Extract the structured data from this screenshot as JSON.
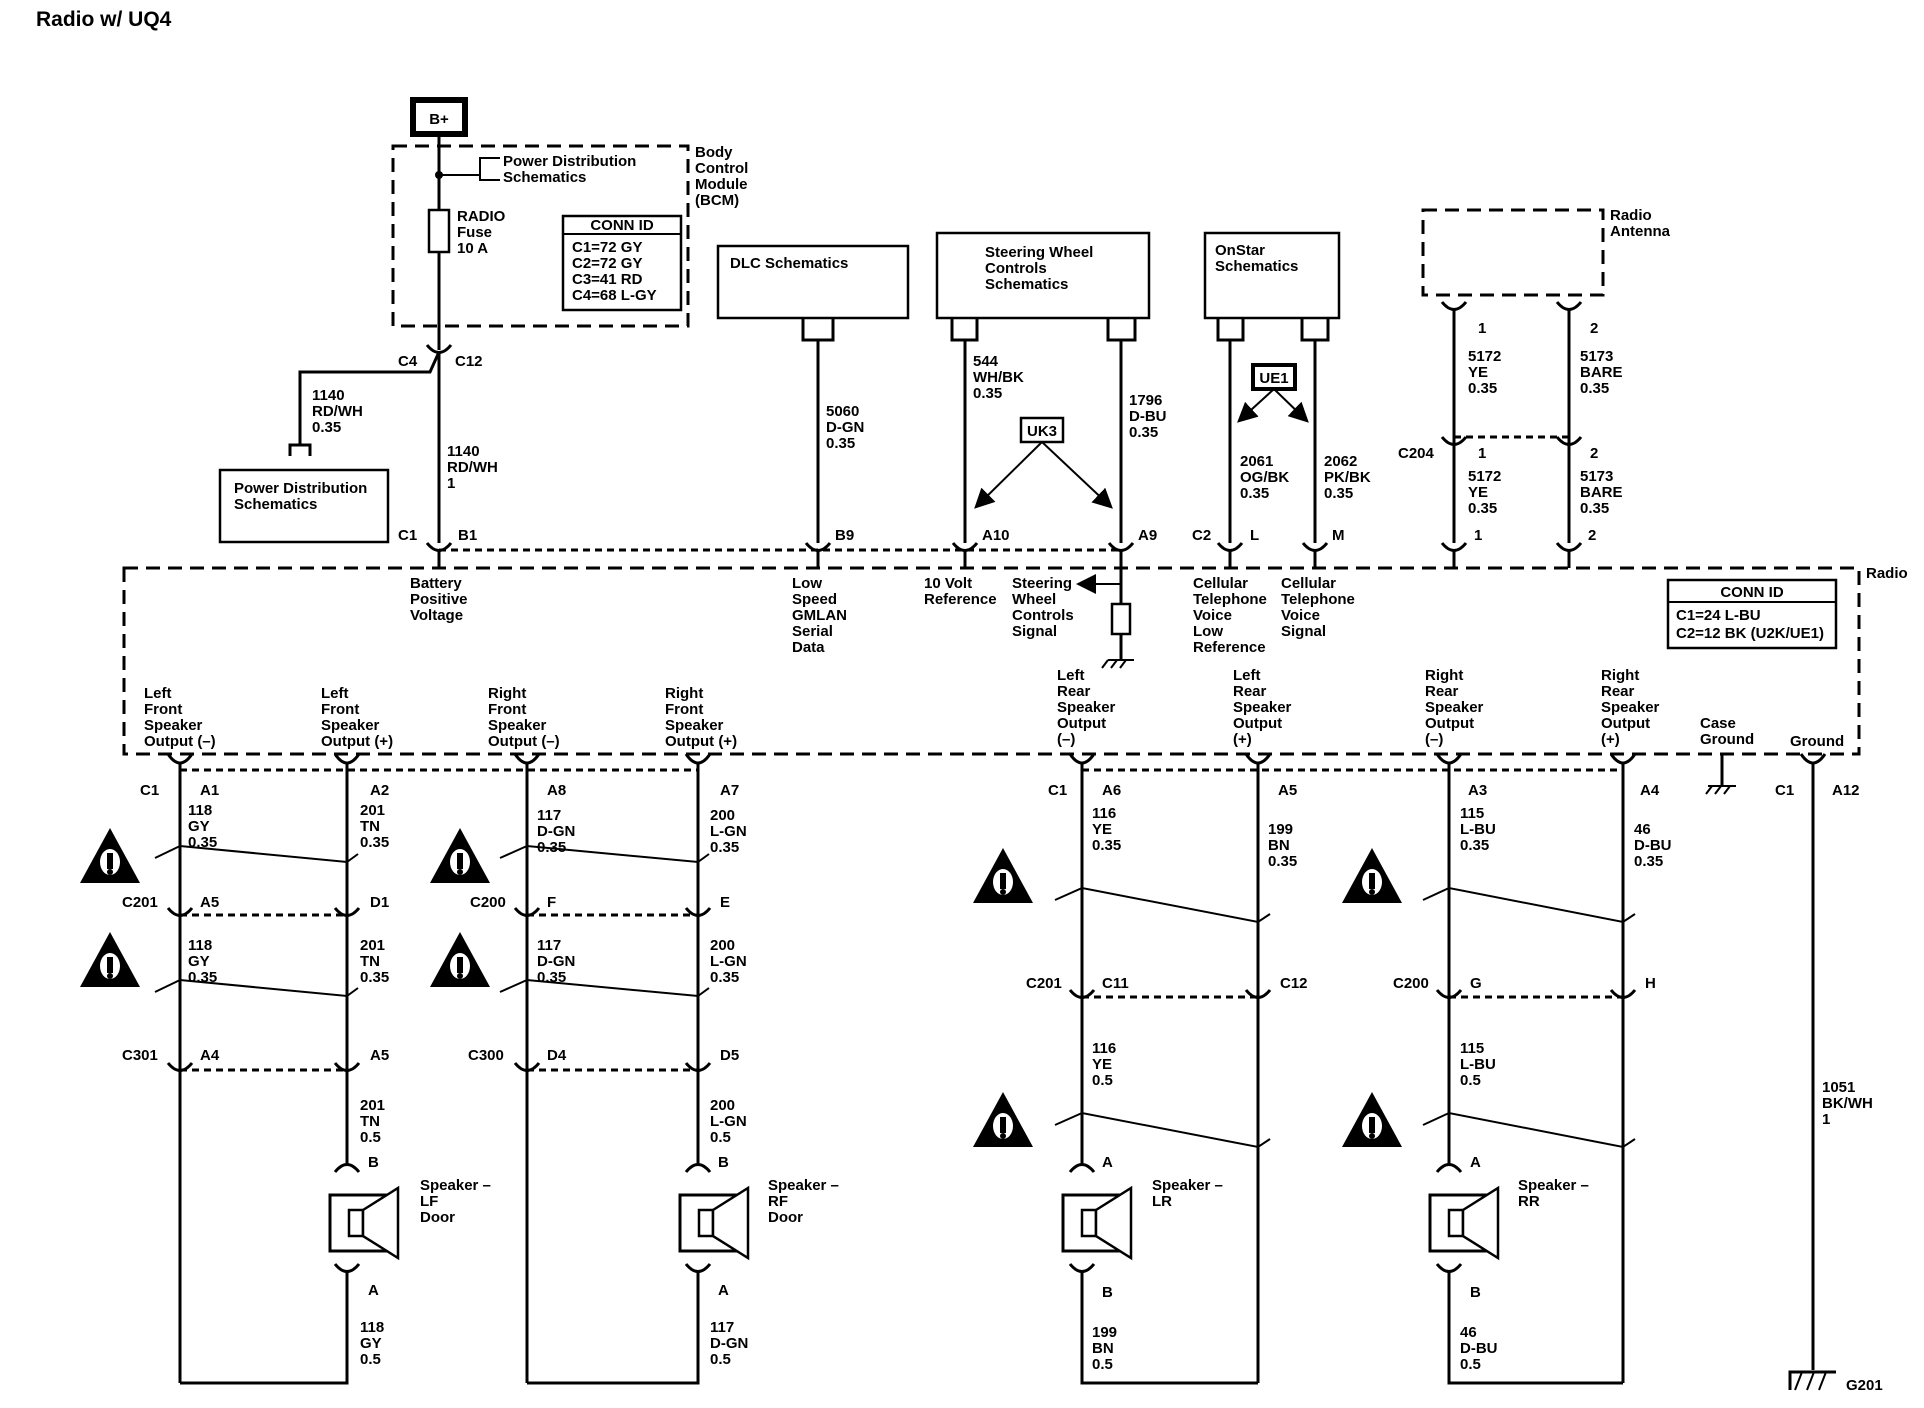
{
  "title": "Radio w/ UQ4",
  "bplus": "B+",
  "bcm": {
    "label": [
      "Body",
      "Control",
      "Module",
      "(BCM)"
    ],
    "pds_ref": [
      "Power Distribution",
      "Schematics"
    ],
    "fuse": [
      "RADIO",
      "Fuse",
      "10 A"
    ],
    "conn_title": "CONN ID",
    "conn_rows": [
      "C1=72 GY",
      "C2=72 GY",
      "C3=41 RD",
      "C4=68 L-GY"
    ]
  },
  "modules": {
    "dlc": [
      "DLC Schematics"
    ],
    "swc": [
      "Steering Wheel",
      "Controls",
      "Schematics"
    ],
    "onstar": [
      "OnStar",
      "Schematics"
    ],
    "pds2": [
      "Power Distribution",
      "Schematics"
    ],
    "antenna": [
      "Radio",
      "Antenna"
    ]
  },
  "options": {
    "uk3": "UK3",
    "ue1": "UE1"
  },
  "radio": {
    "label": "Radio",
    "conn_title": "CONN ID",
    "conn_rows": [
      "C1=24 L-BU",
      "C2=12 BK (U2K/UE1)"
    ],
    "signals": {
      "batt": [
        "Battery",
        "Positive",
        "Voltage"
      ],
      "gmlan": [
        "Low",
        "Speed",
        "GMLAN",
        "Serial",
        "Data"
      ],
      "ref": [
        "10 Volt",
        "Reference"
      ],
      "swc": [
        "Steering",
        "Wheel",
        "Controls",
        "Signal"
      ],
      "cell_low": [
        "Cellular",
        "Telephone",
        "Voice",
        "Low",
        "Reference"
      ],
      "cell_sig": [
        "Cellular",
        "Telephone",
        "Voice",
        "Signal"
      ],
      "lf_neg": [
        "Left",
        "Front",
        "Speaker",
        "Output (–)"
      ],
      "lf_pos": [
        "Left",
        "Front",
        "Speaker",
        "Output (+)"
      ],
      "rf_neg": [
        "Right",
        "Front",
        "Speaker",
        "Output (–)"
      ],
      "rf_pos": [
        "Right",
        "Front",
        "Speaker",
        "Output (+)"
      ],
      "lr_neg": [
        "Left",
        "Rear",
        "Speaker",
        "Output",
        "(–)"
      ],
      "lr_pos": [
        "Left",
        "Rear",
        "Speaker",
        "Output",
        "(+)"
      ],
      "rr_neg": [
        "Right",
        "Rear",
        "Speaker",
        "Output",
        "(–)"
      ],
      "rr_pos": [
        "Right",
        "Rear",
        "Speaker",
        "Output",
        "(+)"
      ],
      "case_gnd": [
        "Case",
        "Ground"
      ],
      "ground": [
        "Ground"
      ]
    }
  },
  "connectors": {
    "c4": "C4",
    "c12": "C12",
    "c1": "C1",
    "b1": "B1",
    "b9": "B9",
    "a10": "A10",
    "a9": "A9",
    "c2": "C2",
    "l": "L",
    "m": "M",
    "c204": "C204",
    "ant1": "1",
    "ant2": "2",
    "c204_1": "1",
    "c204_2": "2",
    "radio_1": "1",
    "radio_2": "2",
    "c1_lower": "C1",
    "a1": "A1",
    "a2": "A2",
    "a8": "A8",
    "a7": "A7",
    "c1_rear": "C1",
    "a6": "A6",
    "a5_top": "A5",
    "a3": "A3",
    "a4_top": "A4",
    "c1_gnd": "C1",
    "a12": "A12",
    "c201": "C201",
    "c201_a5": "A5",
    "c201_d1": "D1",
    "c200": "C200",
    "c200_f": "F",
    "c200_e": "E",
    "c301": "C301",
    "c301_a4": "A4",
    "c301_a5": "A5",
    "c300": "C300",
    "c300_d4": "D4",
    "c300_d5": "D5",
    "c201r": "C201",
    "c201r_c11": "C11",
    "c201r_c12": "C12",
    "c200r": "C200",
    "c200r_g": "G",
    "c200r_h": "H",
    "g201": "G201"
  },
  "wires": {
    "w1140a": [
      "1140",
      "RD/WH",
      "0.35"
    ],
    "w1140b": [
      "1140",
      "RD/WH",
      "1"
    ],
    "w5060": [
      "5060",
      "D-GN",
      "0.35"
    ],
    "w544": [
      "544",
      "WH/BK",
      "0.35"
    ],
    "w1796": [
      "1796",
      "D-BU",
      "0.35"
    ],
    "w2061": [
      "2061",
      "OG/BK",
      "0.35"
    ],
    "w2062": [
      "2062",
      "PK/BK",
      "0.35"
    ],
    "w5172a": [
      "5172",
      "YE",
      "0.35"
    ],
    "w5173a": [
      "5173",
      "BARE",
      "0.35"
    ],
    "w5172b": [
      "5172",
      "YE",
      "0.35"
    ],
    "w5173b": [
      "5173",
      "BARE",
      "0.35"
    ],
    "w118a": [
      "118",
      "GY",
      "0.35"
    ],
    "w201a": [
      "201",
      "TN",
      "0.35"
    ],
    "w117a": [
      "117",
      "D-GN",
      "0.35"
    ],
    "w200a": [
      "200",
      "L-GN",
      "0.35"
    ],
    "w118b": [
      "118",
      "GY",
      "0.35"
    ],
    "w201b": [
      "201",
      "TN",
      "0.35"
    ],
    "w117b": [
      "117",
      "D-GN",
      "0.35"
    ],
    "w200b": [
      "200",
      "L-GN",
      "0.35"
    ],
    "w201c": [
      "201",
      "TN",
      "0.5"
    ],
    "w200c": [
      "200",
      "L-GN",
      "0.5"
    ],
    "w118c": [
      "118",
      "GY",
      "0.5"
    ],
    "w117c": [
      "117",
      "D-GN",
      "0.5"
    ],
    "w116a": [
      "116",
      "YE",
      "0.35"
    ],
    "w199a": [
      "199",
      "BN",
      "0.35"
    ],
    "w115a": [
      "115",
      "L-BU",
      "0.35"
    ],
    "w46a": [
      "46",
      "D-BU",
      "0.35"
    ],
    "w116b": [
      "116",
      "YE",
      "0.5"
    ],
    "w115b": [
      "115",
      "L-BU",
      "0.5"
    ],
    "w199b": [
      "199",
      "BN",
      "0.5"
    ],
    "w46b": [
      "46",
      "D-BU",
      "0.5"
    ],
    "w1051": [
      "1051",
      "BK/WH",
      "1"
    ]
  },
  "speakers": {
    "lf": {
      "label": [
        "Speaker –",
        "LF",
        "Door"
      ],
      "pin_top": "B",
      "pin_bot": "A"
    },
    "rf": {
      "label": [
        "Speaker –",
        "RF",
        "Door"
      ],
      "pin_top": "B",
      "pin_bot": "A"
    },
    "lr": {
      "label": [
        "Speaker –",
        "LR"
      ],
      "pin_top": "A",
      "pin_bot": "B"
    },
    "rr": {
      "label": [
        "Speaker –",
        "RR"
      ],
      "pin_top": "A",
      "pin_bot": "B"
    }
  }
}
